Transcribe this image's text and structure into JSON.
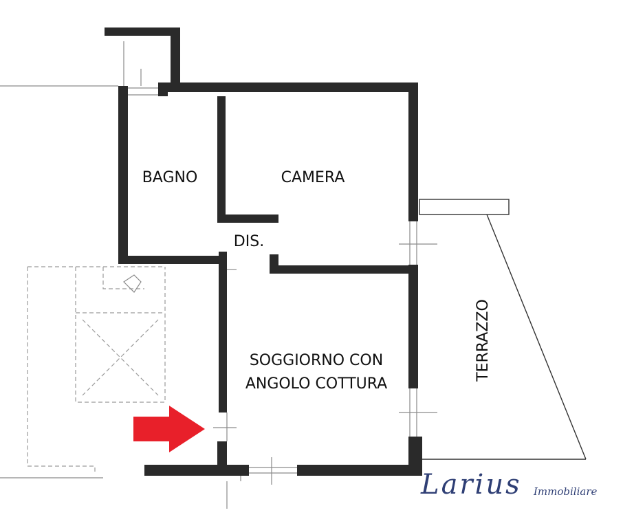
{
  "rooms": {
    "bagno": "BAGNO",
    "camera": "CAMERA",
    "disimpegno": "DIS.",
    "soggiorno_line1": "SOGGIORNO CON",
    "soggiorno_line2": "ANGOLO COTTURA",
    "terrazzo": "TERRAZZO"
  },
  "logo": {
    "name": "Larius",
    "tagline": "Immobiliare"
  },
  "colors": {
    "walls": "#1a1a1a",
    "arrow": "#e8202a",
    "logo": "#2f3f75"
  }
}
